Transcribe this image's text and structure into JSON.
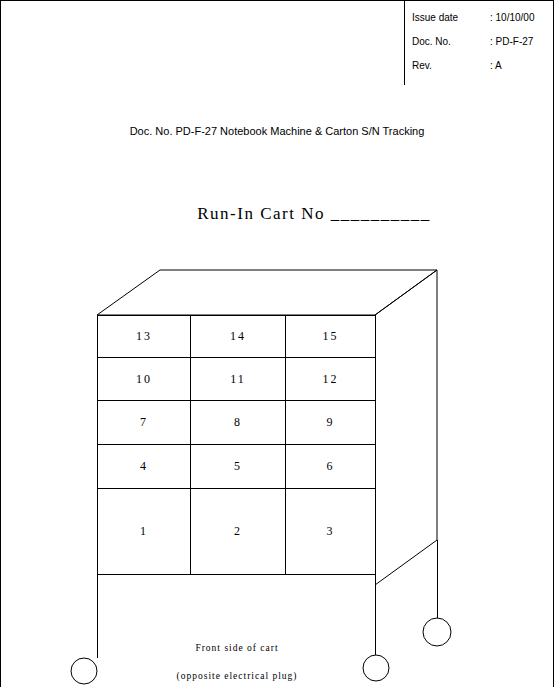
{
  "diagram": {
    "title": "Doc. No. PD-F-27 Notebook Machine & Carton S/N Tracking",
    "nodes": [
      {
        "text": [
          "13"
        ]
      },
      {
        "text": [
          "14"
        ]
      },
      {
        "text": [
          "15"
        ]
      },
      {
        "text": [
          "10"
        ]
      },
      {
        "text": [
          "11"
        ]
      },
      {
        "text": [
          "12"
        ]
      },
      {
        "text": [
          "7"
        ]
      },
      {
        "text": [
          "8"
        ]
      },
      {
        "text": [
          "9"
        ]
      },
      {
        "text": [
          "4"
        ]
      },
      {
        "text": [
          "5"
        ]
      },
      {
        "text": [
          "6"
        ]
      },
      {
        "text": [
          "1"
        ]
      },
      {
        "text": [
          "2"
        ]
      },
      {
        "text": [
          "3"
        ]
      }
    ],
    "labels": [
      "Issue date",
      ": 10/10/00",
      "Doc. No.",
      ": PD-F-27",
      "Rev.",
      ": A",
      "Run-In Cart No __________",
      "Front side of cart",
      "(opposite electrical plug)"
    ]
  }
}
